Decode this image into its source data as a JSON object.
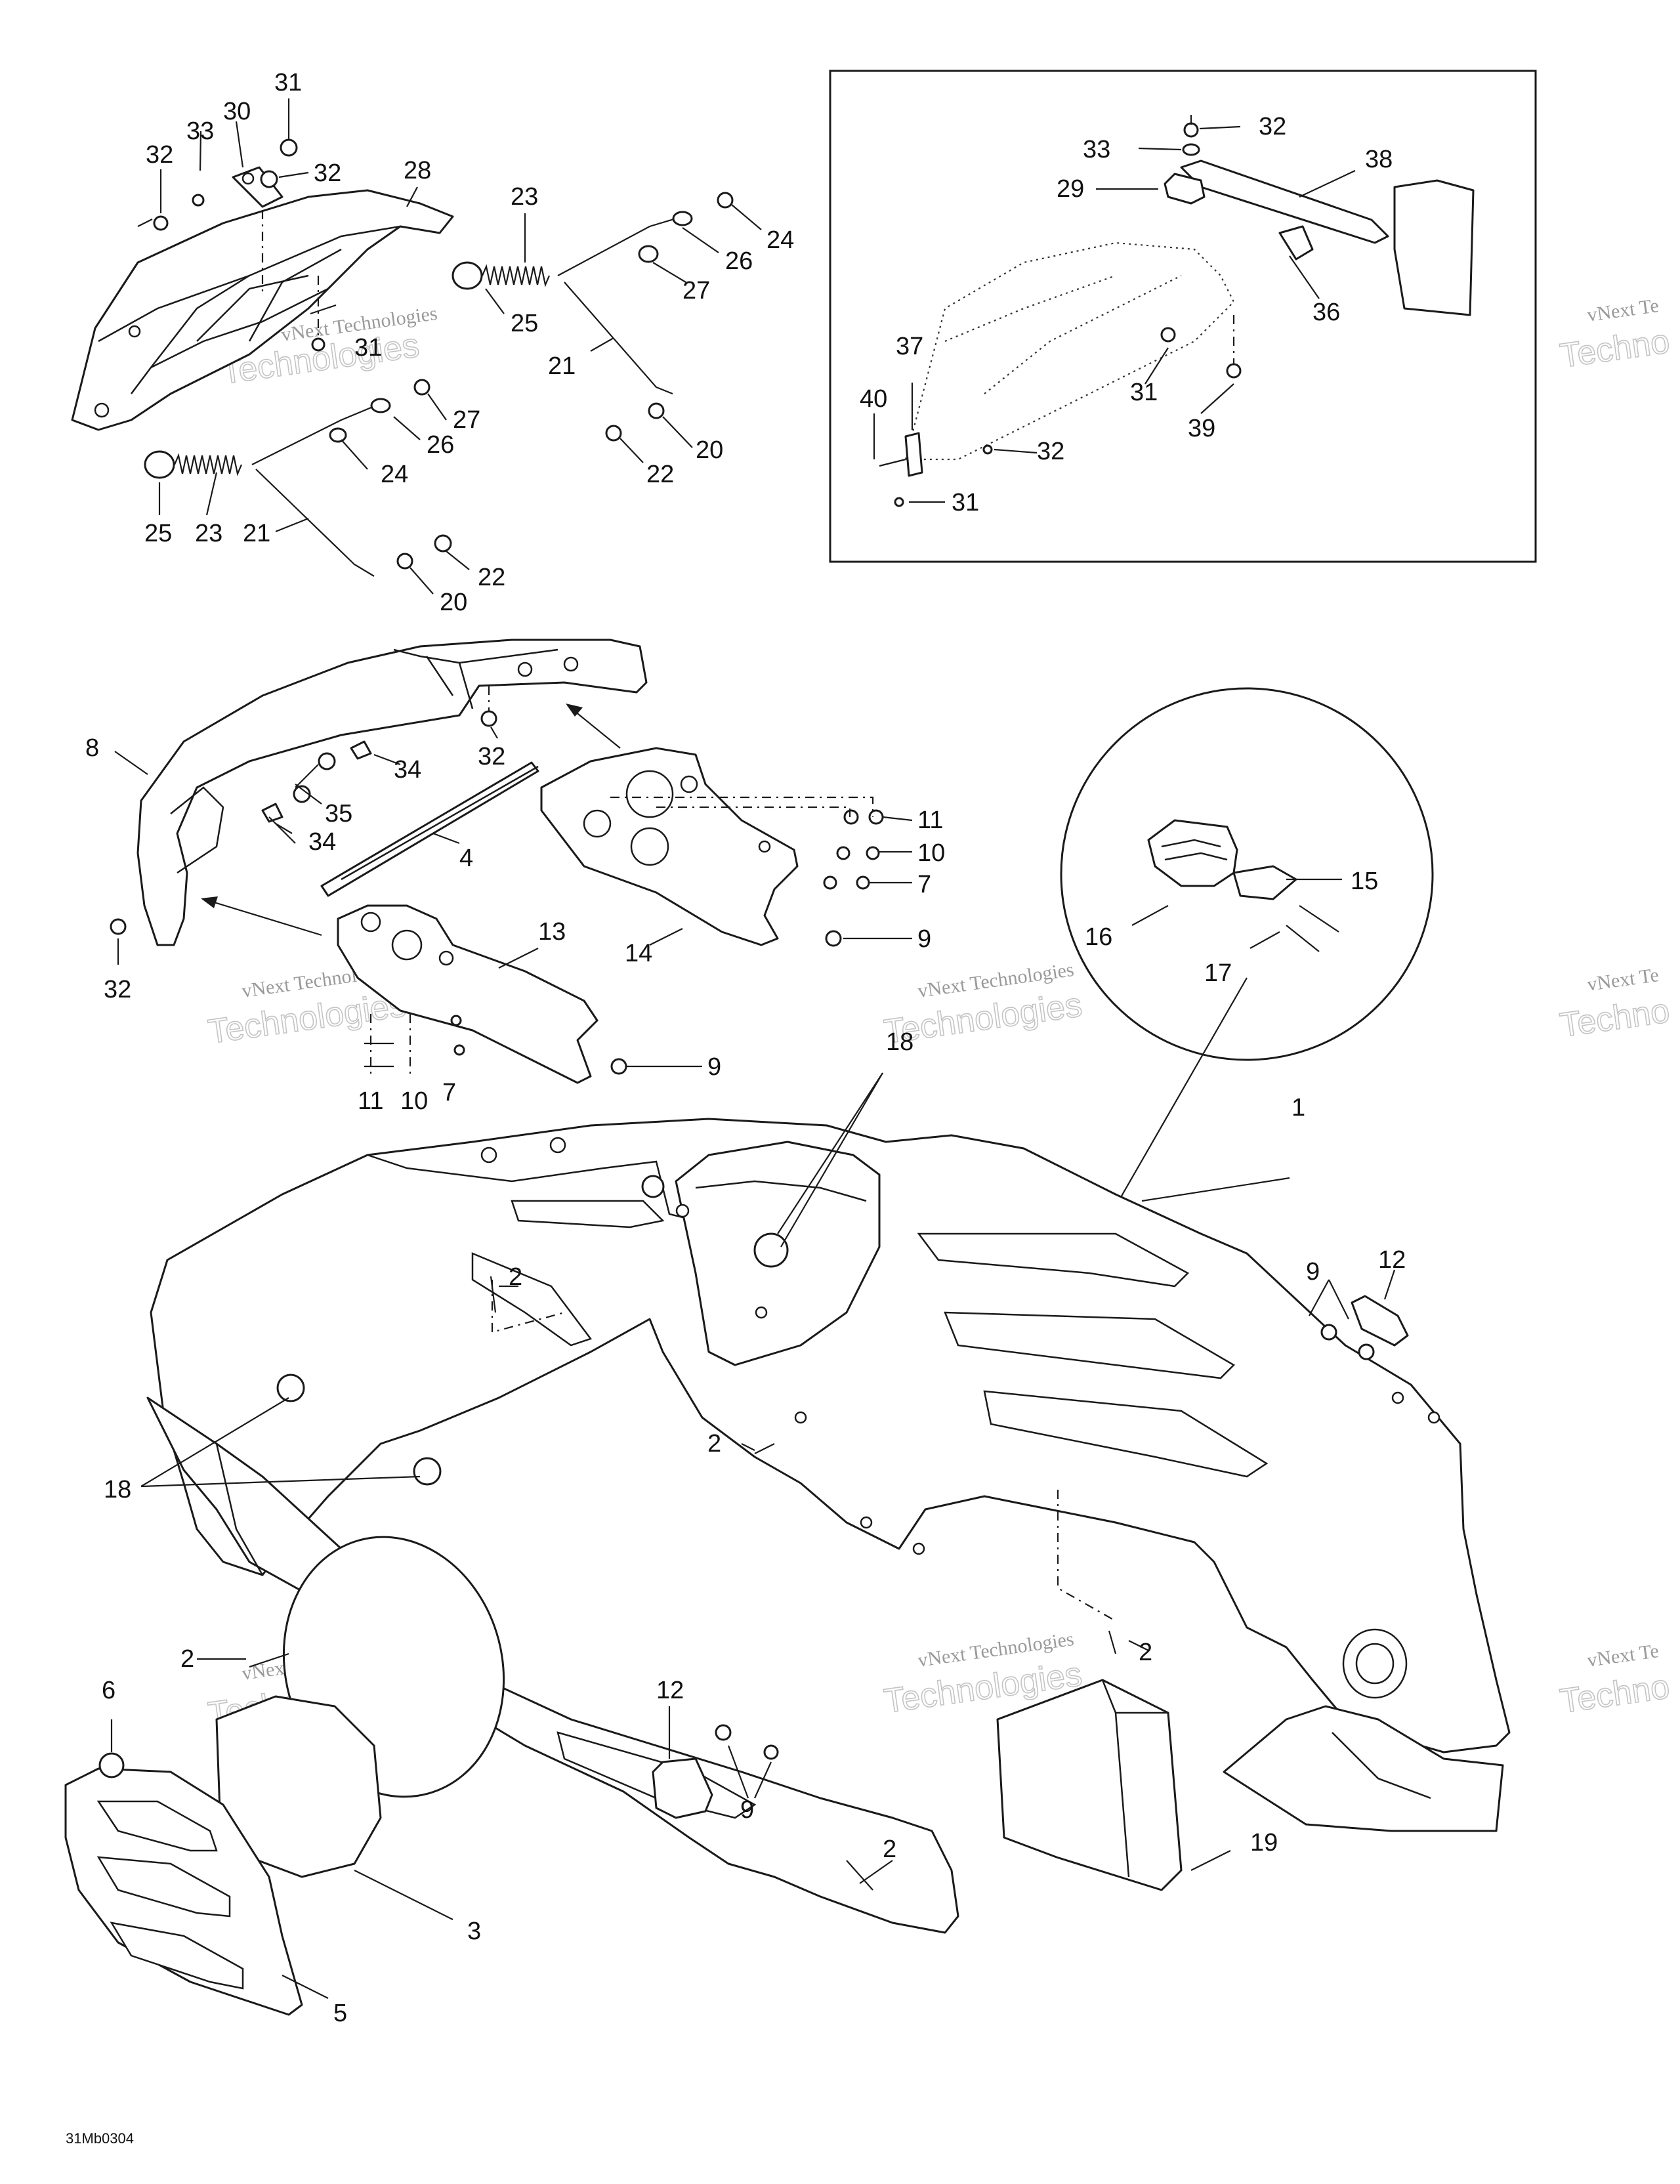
{
  "figure_code": "31Mb0304",
  "watermark": {
    "line1": "vNext Technologies",
    "line2": "Technologies",
    "edge_line1": "vNext Te",
    "edge_line2": "Techno"
  },
  "inset_box": {
    "labels": [
      "32",
      "33",
      "29",
      "38",
      "36",
      "37",
      "40",
      "31",
      "39",
      "32",
      "31"
    ]
  },
  "callouts": [
    "31",
    "32",
    "33",
    "30",
    "32",
    "28",
    "31",
    "23",
    "25",
    "21",
    "24",
    "26",
    "27",
    "20",
    "22",
    "27",
    "26",
    "24",
    "25",
    "23",
    "21",
    "22",
    "20",
    "8",
    "34",
    "35",
    "34",
    "32",
    "32",
    "4",
    "14",
    "11",
    "10",
    "7",
    "9",
    "13",
    "9",
    "11",
    "10",
    "7",
    "15",
    "16",
    "17",
    "18",
    "1",
    "18",
    "2",
    "2",
    "12",
    "9",
    "2",
    "2",
    "6",
    "12",
    "9",
    "3",
    "5",
    "2",
    "19"
  ]
}
